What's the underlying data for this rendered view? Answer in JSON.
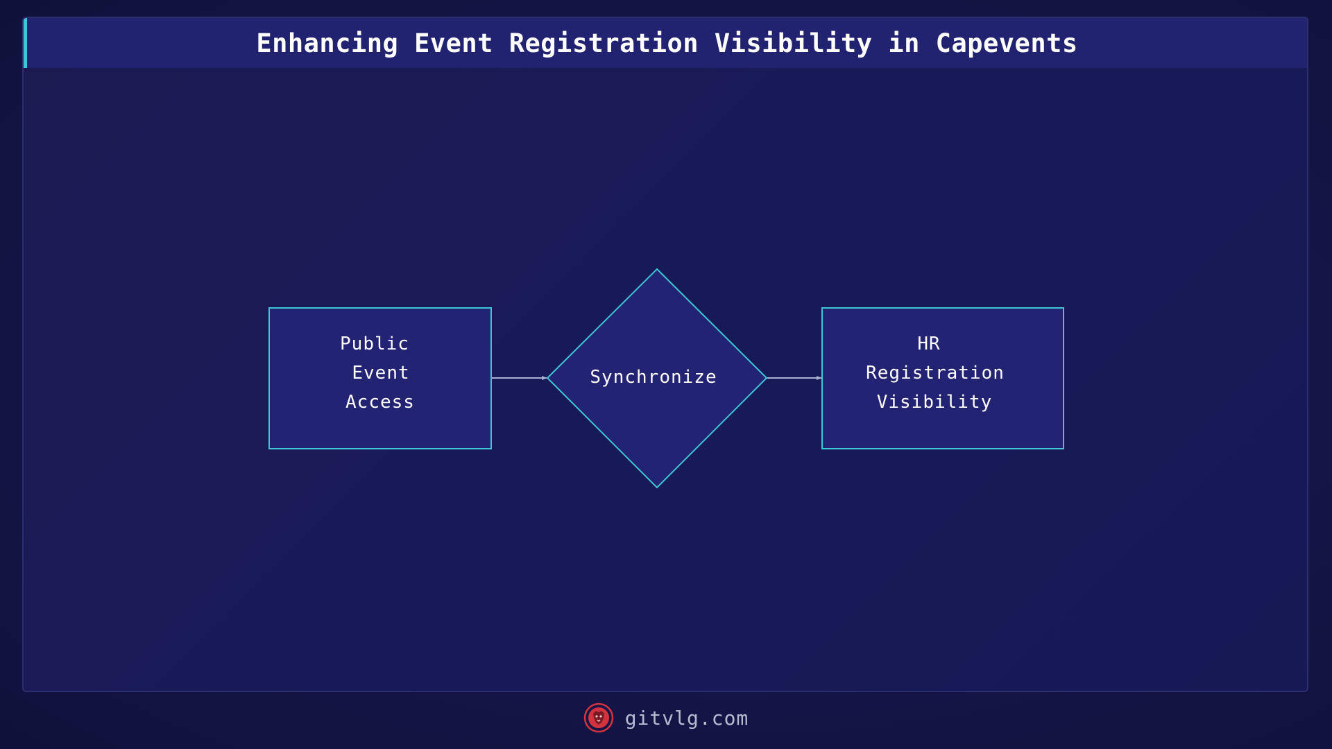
{
  "title": "Enhancing Event Registration Visibility in Capevents",
  "diagram": {
    "nodes": [
      {
        "id": "public",
        "shape": "rectangle",
        "lines": [
          "Public",
          "Event",
          "Access"
        ]
      },
      {
        "id": "sync",
        "shape": "diamond",
        "lines": [
          "Synchronize"
        ]
      },
      {
        "id": "hr",
        "shape": "rectangle",
        "lines": [
          "HR",
          "Registration",
          "Visibility"
        ]
      }
    ],
    "edges": [
      {
        "from": "public",
        "to": "sync"
      },
      {
        "from": "sync",
        "to": "hr"
      }
    ]
  },
  "footer": {
    "site": "gitvlg.com",
    "logo_icon": "lion-head-icon"
  },
  "colors": {
    "node_fill": "#222373",
    "node_border": "#3fc6d4",
    "arrow": "#a9b0d0",
    "accent": "#3fc6d4",
    "logo": "#d1343f"
  }
}
